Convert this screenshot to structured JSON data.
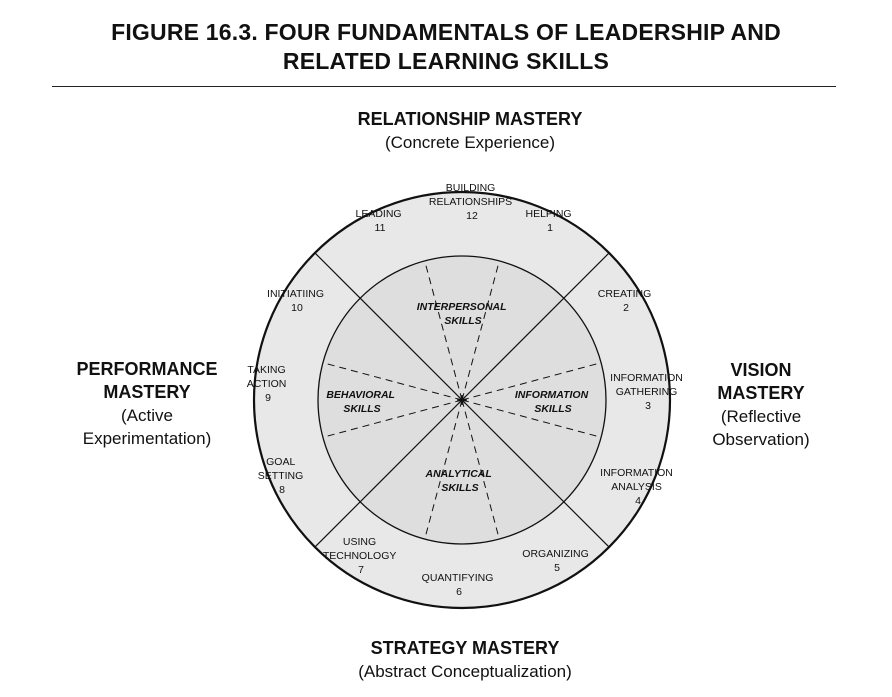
{
  "figure_title": {
    "line1": "FIGURE 16.3.  FOUR FUNDAMENTALS OF LEADERSHIP AND",
    "line2": "RELATED LEARNING SKILLS"
  },
  "masteries": {
    "top": {
      "title": "RELATIONSHIP MASTERY",
      "subtitle": "(Concrete Experience)"
    },
    "right": {
      "title_lines": [
        "VISION",
        "MASTERY"
      ],
      "subtitle_lines": [
        "(Reflective",
        "Observation)"
      ]
    },
    "bottom": {
      "title": "STRATEGY MASTERY",
      "subtitle": "(Abstract Conceptualization)"
    },
    "left": {
      "title_lines": [
        "PERFORMANCE",
        "MASTERY"
      ],
      "subtitle_lines": [
        "(Active",
        "Experimentation)"
      ]
    }
  },
  "inner_skills": [
    {
      "id": "interpersonal",
      "lines": [
        "INTERPERSONAL",
        "SKILLS"
      ]
    },
    {
      "id": "information",
      "lines": [
        "INFORMATION",
        "SKILLS"
      ]
    },
    {
      "id": "analytical",
      "lines": [
        "ANALYTICAL",
        "SKILLS"
      ]
    },
    {
      "id": "behavioral",
      "lines": [
        "BEHAVIORAL",
        "SKILLS"
      ]
    }
  ],
  "learning_skills": [
    {
      "id": "helping",
      "lines": [
        "HELPING",
        "1"
      ]
    },
    {
      "id": "creating",
      "lines": [
        "CREATING",
        "2"
      ]
    },
    {
      "id": "information-gathering",
      "lines": [
        "INFORMATION",
        "GATHERING",
        "3"
      ]
    },
    {
      "id": "information-analysis",
      "lines": [
        "INFORMATION",
        "ANALYSIS",
        "4"
      ]
    },
    {
      "id": "organizing",
      "lines": [
        "ORGANIZING",
        "5"
      ]
    },
    {
      "id": "quantifying",
      "lines": [
        "QUANTIFYING",
        "6"
      ]
    },
    {
      "id": "using-technology",
      "lines": [
        "USING",
        "TECHNOLOGY",
        "7"
      ]
    },
    {
      "id": "goal-setting",
      "lines": [
        "GOAL",
        "SETTING",
        "8"
      ]
    },
    {
      "id": "taking-action",
      "lines": [
        "TAKING",
        "ACTION",
        "9"
      ]
    },
    {
      "id": "initiating",
      "lines": [
        "INITIATIING",
        "10"
      ]
    },
    {
      "id": "leading",
      "lines": [
        "LEADING",
        "11"
      ]
    },
    {
      "id": "building-relationships",
      "lines": [
        "BUILDING",
        "RELATIONSHIPS",
        "12"
      ]
    }
  ],
  "colors": {
    "outer_ring_fill": "#e8e8e8",
    "inner_circle_fill": "#dedede",
    "line": "#111111"
  }
}
